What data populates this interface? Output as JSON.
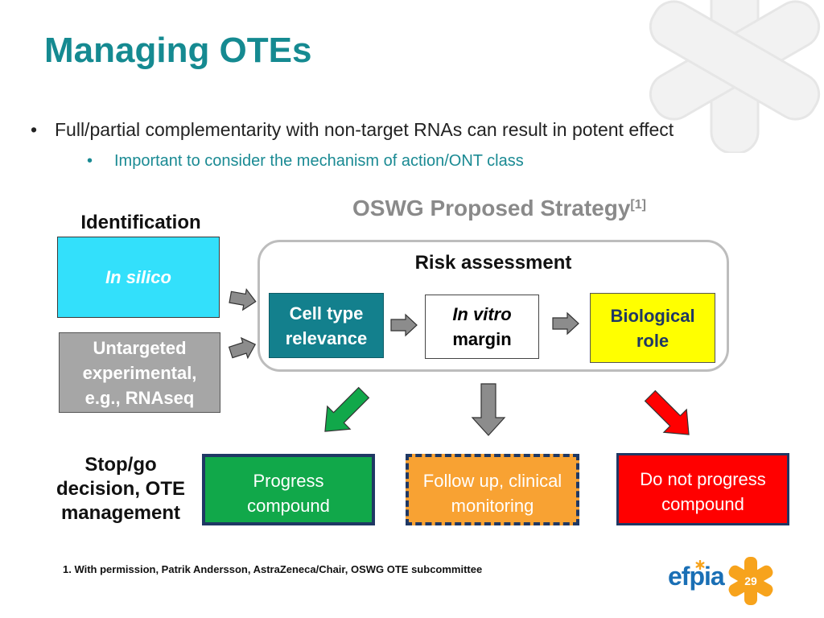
{
  "title": "Managing OTEs",
  "bullets": {
    "level1": "Full/partial complementarity with non-target RNAs can result in potent effect",
    "level2": "Important to consider the mechanism of action/ONT class"
  },
  "strategy": {
    "title": "OSWG Proposed Strategy",
    "ref": "[1]"
  },
  "identification": {
    "header": "Identification",
    "in_silico": "In silico",
    "untargeted": [
      "Untargeted",
      "experimental,",
      "e.g., RNAseq"
    ]
  },
  "risk": {
    "label": "Risk assessment",
    "cell_type": [
      "Cell type",
      "relevance"
    ],
    "in_vitro": [
      "In vitro",
      "margin"
    ],
    "biological": [
      "Biological",
      "role"
    ]
  },
  "decision": {
    "header": [
      "Stop/go",
      "decision, OTE",
      "management"
    ],
    "progress": [
      "Progress",
      "compound"
    ],
    "follow_up": [
      "Follow up, clinical",
      "monitoring"
    ],
    "do_not": [
      "Do not progress",
      "compound"
    ]
  },
  "footnote": "1. With permission, Patrik Andersson, AstraZeneca/Chair, OSWG OTE subcommittee",
  "logo": {
    "text": "efpia",
    "icon": "asterisk-logo-icon"
  },
  "page_number": "29",
  "colors": {
    "title": "#158a91",
    "in_silico": "#33e0fb",
    "untargeted": "#a6a6a6",
    "cell_type": "#13808d",
    "biological": "#ffff00",
    "progress": "#11a84a",
    "follow_up": "#f8a233",
    "do_not": "#ff0000",
    "logo_orange": "#f7a31c"
  }
}
